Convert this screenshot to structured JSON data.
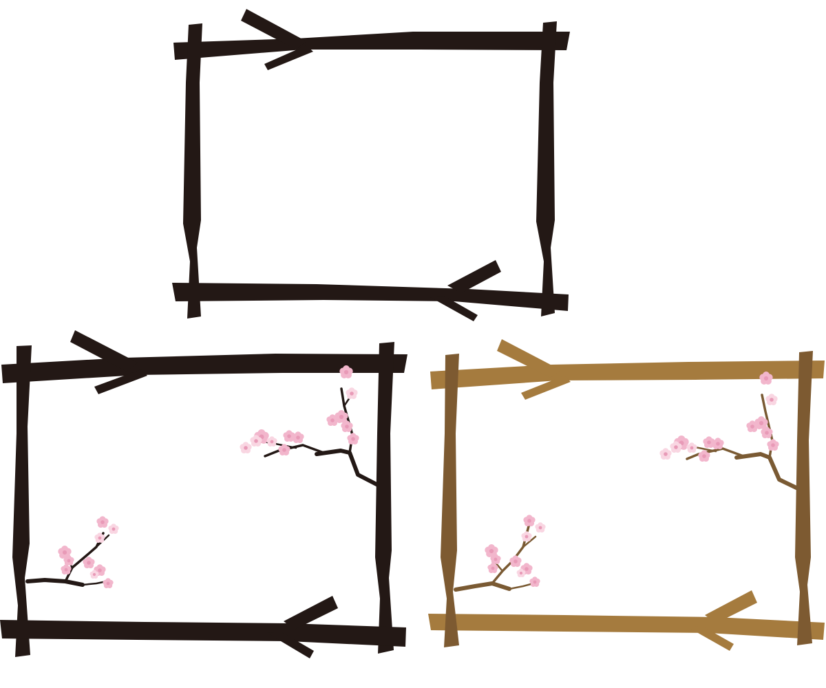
{
  "illustration": {
    "frames": [
      {
        "id": "frame-plain-dark",
        "style": "dark",
        "has_blossoms": false
      },
      {
        "id": "frame-blossom-dark",
        "style": "dark",
        "has_blossoms": true
      },
      {
        "id": "frame-blossom-brown",
        "style": "brown",
        "has_blossoms": true
      }
    ]
  },
  "colors": {
    "background": "#ffffff",
    "dark_stick": "#231815",
    "brown_horizontal": "#a57b3e",
    "brown_vertical": "#7d5a31",
    "brown_branch": "#7a5a33",
    "blossom_pink": "#f2b6cc",
    "blossom_light": "#f9d6e2",
    "blossom_core": "#e89ab7"
  }
}
